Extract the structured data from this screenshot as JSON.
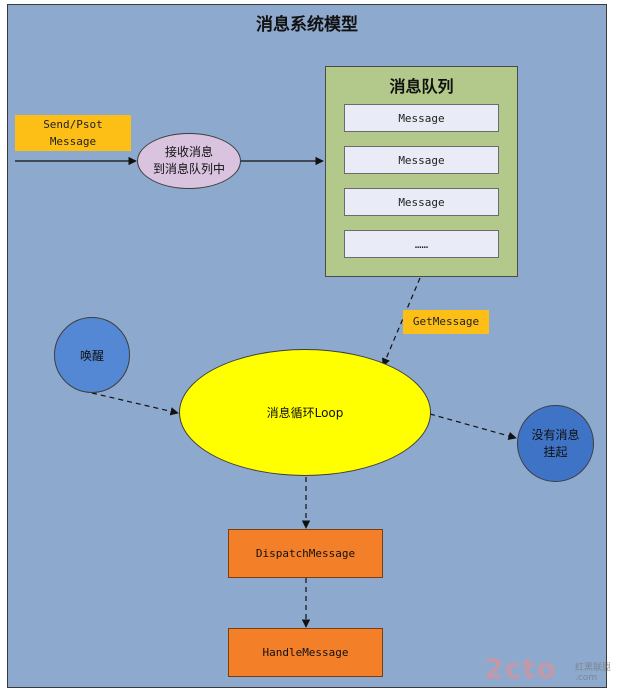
{
  "title": "消息系统模型",
  "queue": {
    "title": "消息队列",
    "items": [
      "Message",
      "Message",
      "Message",
      "……"
    ]
  },
  "send_label": {
    "line1": "Send/Psot",
    "line2": "Message"
  },
  "receive_node": {
    "line1": "接收消息",
    "line2": "到消息队列中"
  },
  "getmessage_label": "GetMessage",
  "wake_node": "唤醒",
  "loop_node": "消息循环Loop",
  "suspend_node": {
    "line1": "没有消息",
    "line2": "挂起"
  },
  "dispatch_node": "DispatchMessage",
  "handle_node": "HandleMessage",
  "watermark": {
    "main": "2cto",
    "sub": "红黑联盟",
    "suffix": ".com"
  },
  "colors": {
    "background": "#8DA9CE",
    "queue": "#B3C98B",
    "label": "#FDBF16",
    "receive": "#D9C3DE",
    "wake": "#5588D4",
    "loop": "#FFFF00",
    "suspend": "#3E73C5",
    "process": "#F47F29"
  }
}
